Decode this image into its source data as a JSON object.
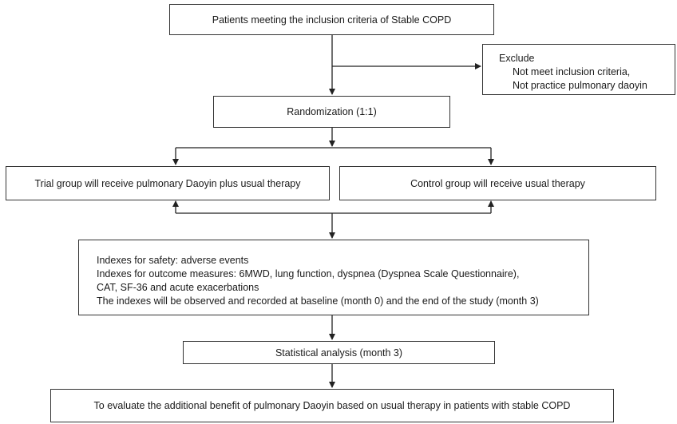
{
  "flowchart": {
    "inclusion": "Patients meeting the inclusion criteria of Stable COPD",
    "exclude": {
      "title": "Exclude",
      "items": [
        "Not meet inclusion criteria,",
        "Not practice pulmonary daoyin"
      ]
    },
    "randomization": "Randomization (1:1)",
    "trial_group": "Trial group will receive pulmonary Daoyin plus usual therapy",
    "control_group": "Control group will receive usual therapy",
    "indexes": [
      "Indexes for safety: adverse events",
      "Indexes for outcome measures: 6MWD, lung function, dyspnea (Dyspnea Scale Questionnaire),",
      "CAT, SF-36 and acute exacerbations",
      "The indexes will be observed and recorded at baseline (month 0) and the end of the study (month 3)"
    ],
    "analysis": "Statistical analysis (month 3)",
    "conclusion": "To evaluate the additional benefit of pulmonary Daoyin based on usual therapy in patients with stable COPD"
  }
}
